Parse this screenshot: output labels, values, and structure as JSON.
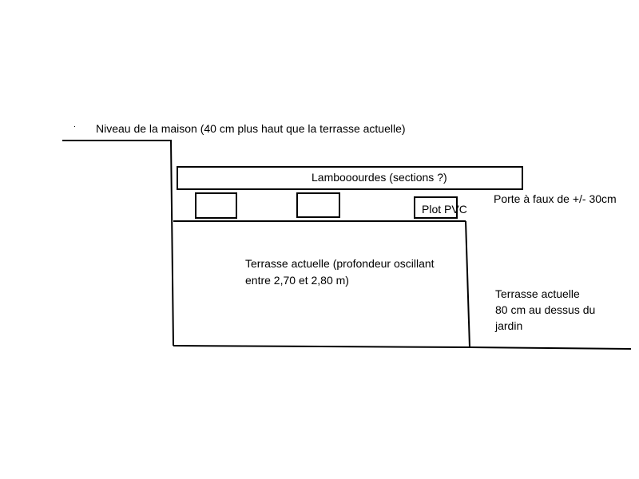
{
  "labels": {
    "house_level": "Niveau de la maison (40 cm plus haut que la terrasse actuelle)",
    "joists": "Lambooourdes (sections ?)",
    "pvc_pad": "Plot PVC",
    "overhang": "Porte à faux de +/- 30cm",
    "terrace_line1": "Terrasse actuelle (profondeur oscillant",
    "terrace_line2": "entre 2,70 et 2,80 m)",
    "garden_line1": "Terrasse actuelle",
    "garden_line2": "80 cm au dessus du",
    "garden_line3": "jardin"
  },
  "colors": {
    "stroke": "#000000",
    "background": "#ffffff"
  }
}
